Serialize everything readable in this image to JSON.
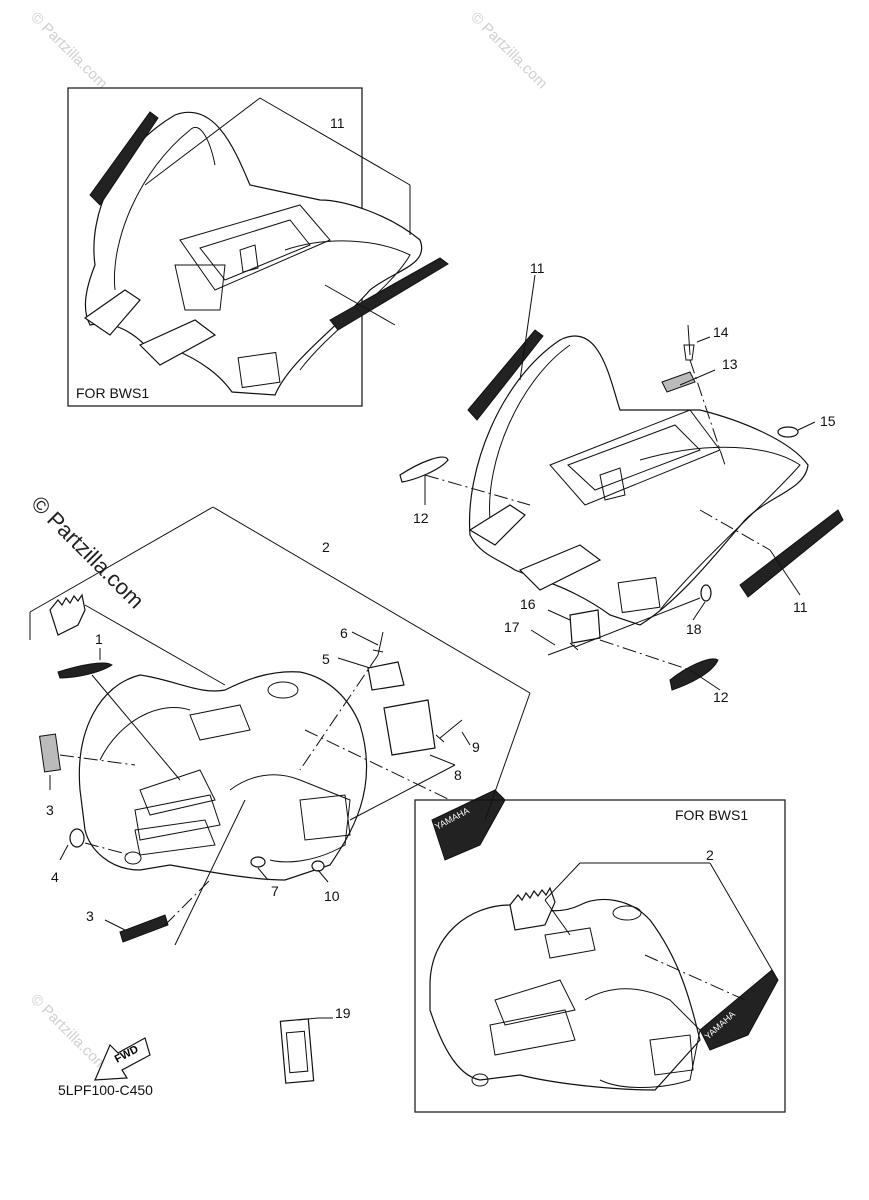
{
  "watermark": {
    "brand": "© Partzilla.com",
    "brand_small": "© Partzilla.com"
  },
  "boxes": {
    "top_left_label": "FOR BWS1",
    "bottom_right_label": "FOR BWS1"
  },
  "callouts": {
    "c1": "1",
    "c2": "2",
    "c2b": "2",
    "c3a": "3",
    "c3b": "3",
    "c4": "4",
    "c5": "5",
    "c6": "6",
    "c7": "7",
    "c8": "8",
    "c9": "9",
    "c10": "10",
    "c11a": "11",
    "c11b": "11",
    "c11c": "11",
    "c12a": "12",
    "c12b": "12",
    "c13": "13",
    "c14": "14",
    "c15": "15",
    "c16": "16",
    "c17": "17",
    "c18": "18",
    "c19": "19"
  },
  "fwd_label": "FWD",
  "diagram_code": "5LPF100-C450",
  "decal_texts": {
    "yamaha": "YAMAHA",
    "yamaha_small": "YAMAHA"
  }
}
